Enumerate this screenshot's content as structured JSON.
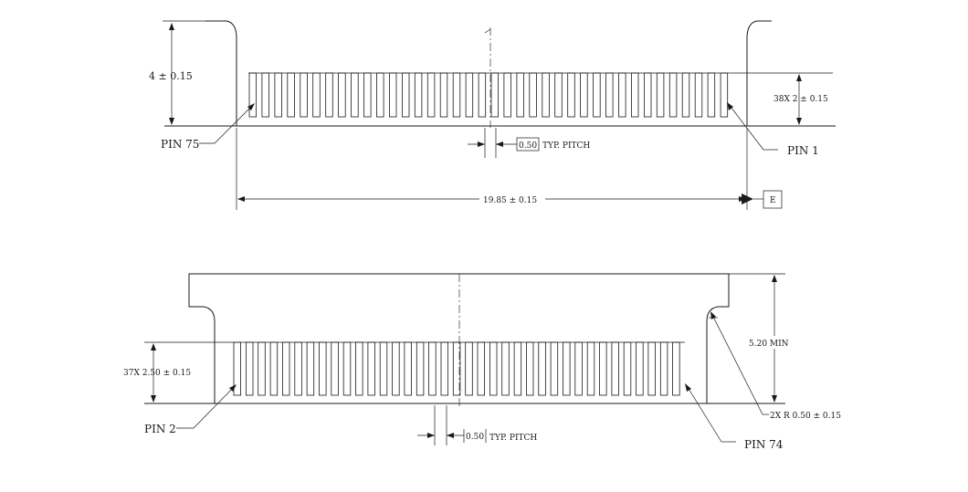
{
  "top_view": {
    "height_dim": "4 ± 0.15",
    "pitch_count_dim": "38X 2 ± 0.15",
    "pitch_box": "0.50",
    "pitch_note": "TYP. PITCH",
    "length_dim": "19.85 ± 0.15",
    "datum": "E",
    "pin_left": "PIN 75",
    "pin_right": "PIN 1"
  },
  "bottom_view": {
    "pitch_count_dim": "37X 2.50 ± 0.15",
    "height_dim": "5.20 MIN",
    "radius_dim": "2X R 0.50 ± 0.15",
    "pitch_box": "0.50",
    "pitch_note": "TYP. PITCH",
    "pin_left": "PIN 2",
    "pin_right": "PIN 74"
  }
}
